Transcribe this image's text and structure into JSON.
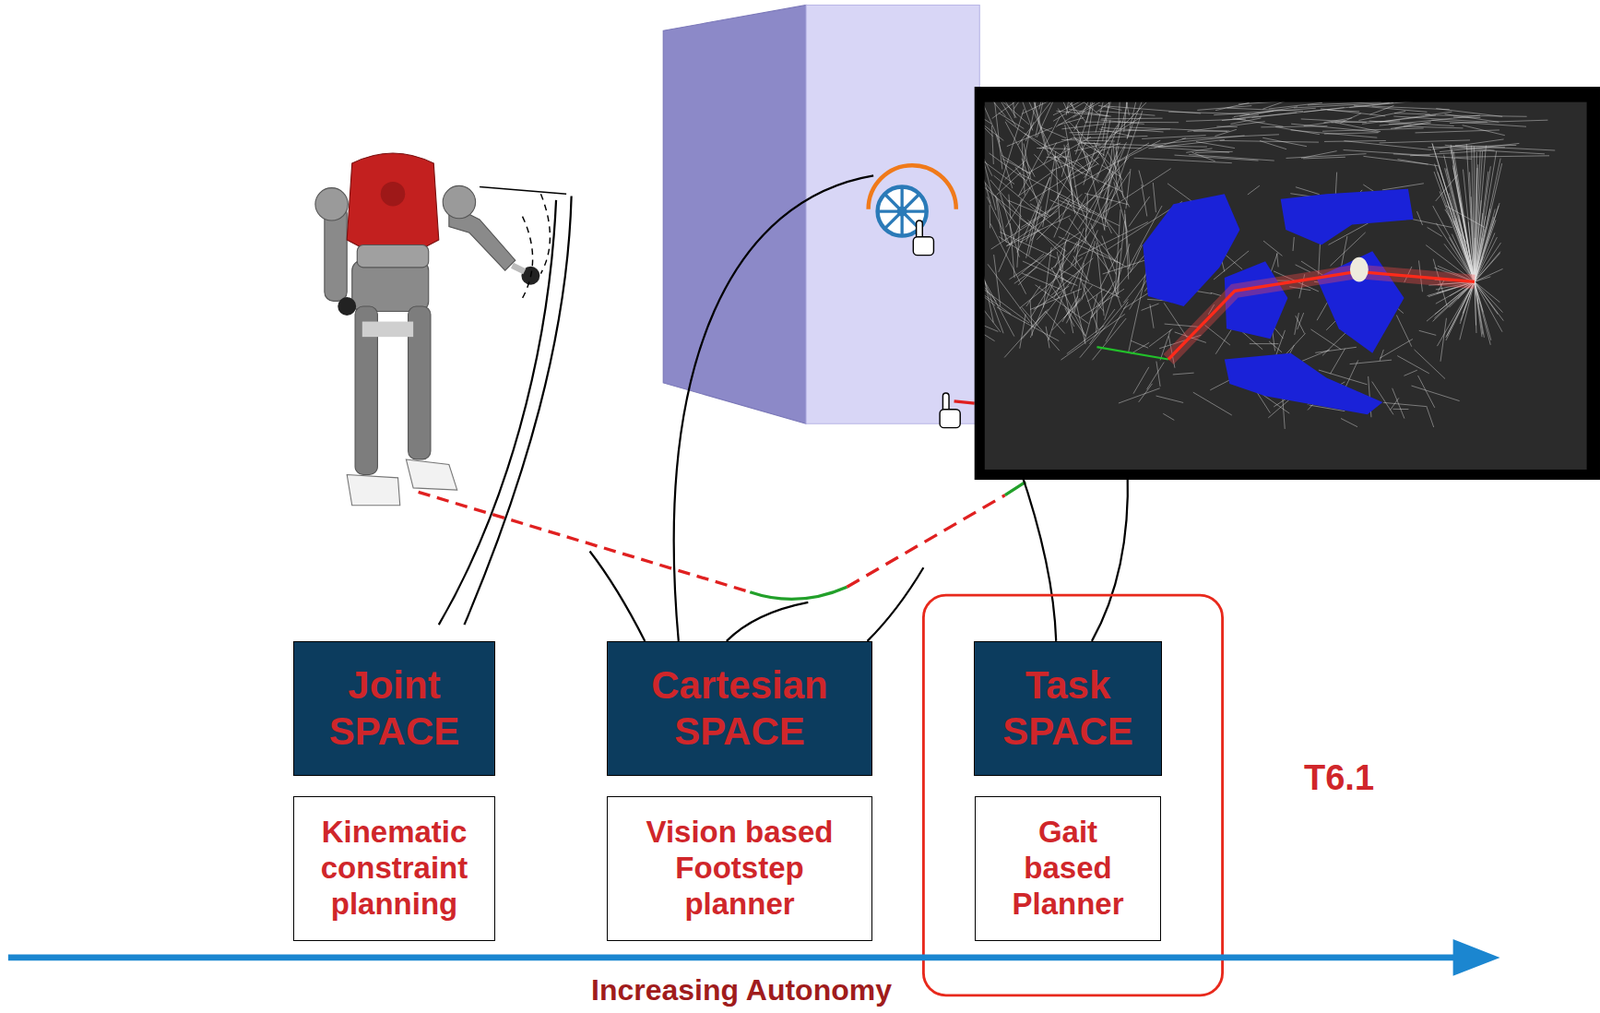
{
  "diagram": {
    "nodes": [
      {
        "text": [
          "Joint SPACE"
        ]
      },
      {
        "text": [
          "Kinematic constraint planning"
        ]
      },
      {
        "text": [
          "Cartesian SPACE"
        ]
      },
      {
        "text": [
          "Vision based Footstep planner"
        ]
      },
      {
        "text": [
          "Task SPACE"
        ]
      },
      {
        "text": [
          "Gait based Planner"
        ]
      }
    ],
    "labels": [
      "T6.1",
      "Increasing Autonomy"
    ]
  }
}
